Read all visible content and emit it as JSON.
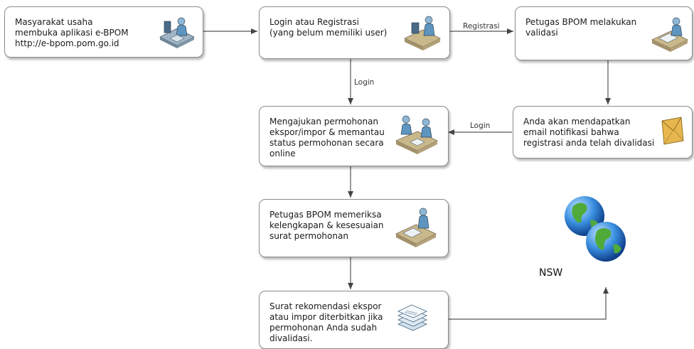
{
  "boxes": {
    "open_app": "Masyarakat usaha\nmembuka aplikasi e-BPOM\nhttp://e-bpom.pom.go.id",
    "login_register": "Login atau Registrasi\n(yang belum memiliki user)",
    "validate": "Petugas BPOM melakukan\nvalidasi",
    "notify": "Anda akan mendapatkan\nemail notifikasi bahwa\nregistrasi anda telah divalidasi",
    "submit": "Mengajukan permohonan\nekspor/impor & memantau\nstatus permohonan secara\nonline",
    "check": "Petugas BPOM memeriksa\nkelengkapan & kesesuaian\nsurat permohonan",
    "issue": "Surat rekomendasi ekspor\natau impor diterbitkan jika\npermohonan Anda sudah\ndivalidasi."
  },
  "edge_labels": {
    "registrasi": "Registrasi",
    "login_down": "Login",
    "login_left": "Login"
  },
  "nsw_label": "NSW",
  "icons": [
    "computer-user-icon",
    "desk-user-icon",
    "document-desk-icon",
    "email-envelope-icon",
    "meeting-icon",
    "review-desk-icon",
    "document-stack-icon",
    "globe-icon"
  ]
}
